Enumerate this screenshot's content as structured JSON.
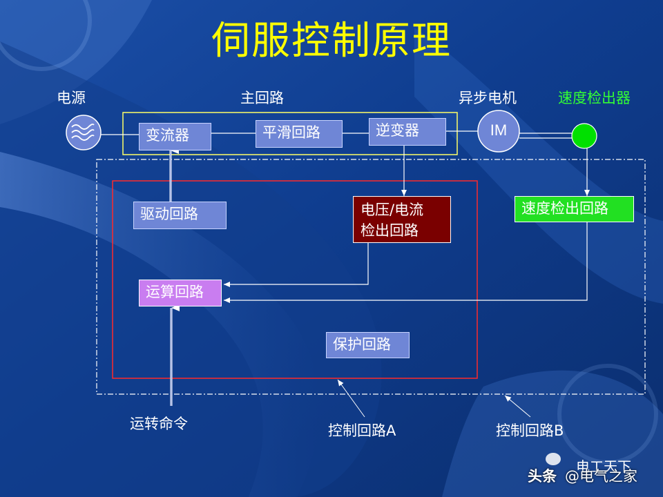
{
  "title": "伺服控制原理",
  "labels": {
    "power_source": "电源",
    "main_circuit": "主回路",
    "async_motor": "异步电机",
    "speed_detector": "速度检出器",
    "run_command": "运转命令",
    "control_circuit_a": "控制回路A",
    "control_circuit_b": "控制回路B"
  },
  "blocks": {
    "converter": "变流器",
    "smoothing_circuit": "平滑回路",
    "inverter": "逆变器",
    "motor_symbol": "IM",
    "drive_circuit": "驱动回路",
    "vi_detect_line1": "电压/电流",
    "vi_detect_line2": "检出回路",
    "speed_detect_circuit": "速度检出回路",
    "arithmetic_circuit": "运算回路",
    "protection_circuit": "保护回路"
  },
  "watermark": {
    "platform": "头条",
    "account": "@电气之家",
    "overlay": "电工天下"
  },
  "colors": {
    "title": "#ffff00",
    "speed_detector_label": "#33ff33",
    "main_circuit_border": "#ffff66",
    "control_a_border": "#ff2a2a",
    "control_b_border": "#ffffff",
    "vi_detect_fill": "#7a0000",
    "speed_detect_fill": "#22e022",
    "arithmetic_fill": "#c97df0",
    "block_fill": "#6f86d6"
  }
}
